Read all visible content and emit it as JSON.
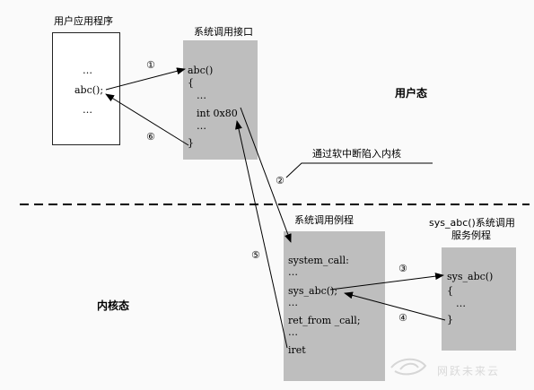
{
  "user_program": {
    "title": "用户应用程序",
    "dots_top": "…",
    "call": "abc();",
    "dots_bottom": "…"
  },
  "syscall_interface": {
    "title": "系统调用接口",
    "lines": [
      "abc()",
      "{",
      "…",
      "int 0x80",
      "…",
      "}"
    ]
  },
  "user_mode_label": "用户态",
  "kernel_mode_label": "内核态",
  "soft_interrupt_label": "通过软中断陷入内核",
  "syscall_routine": {
    "title": "系统调用例程",
    "lines": [
      "system_call:",
      "…",
      "sys_abc();",
      "…",
      "ret_from _call;",
      "…",
      "iret"
    ]
  },
  "service_routine": {
    "title_line1": "sys_abc()系统调用",
    "title_line2": "服务例程",
    "lines": [
      "sys_abc()",
      "{",
      "…",
      "}"
    ]
  },
  "steps": {
    "s1": "①",
    "s2": "②",
    "s3": "③",
    "s4": "④",
    "s5": "⑤",
    "s6": "⑥"
  },
  "watermark": "网跃未来云"
}
